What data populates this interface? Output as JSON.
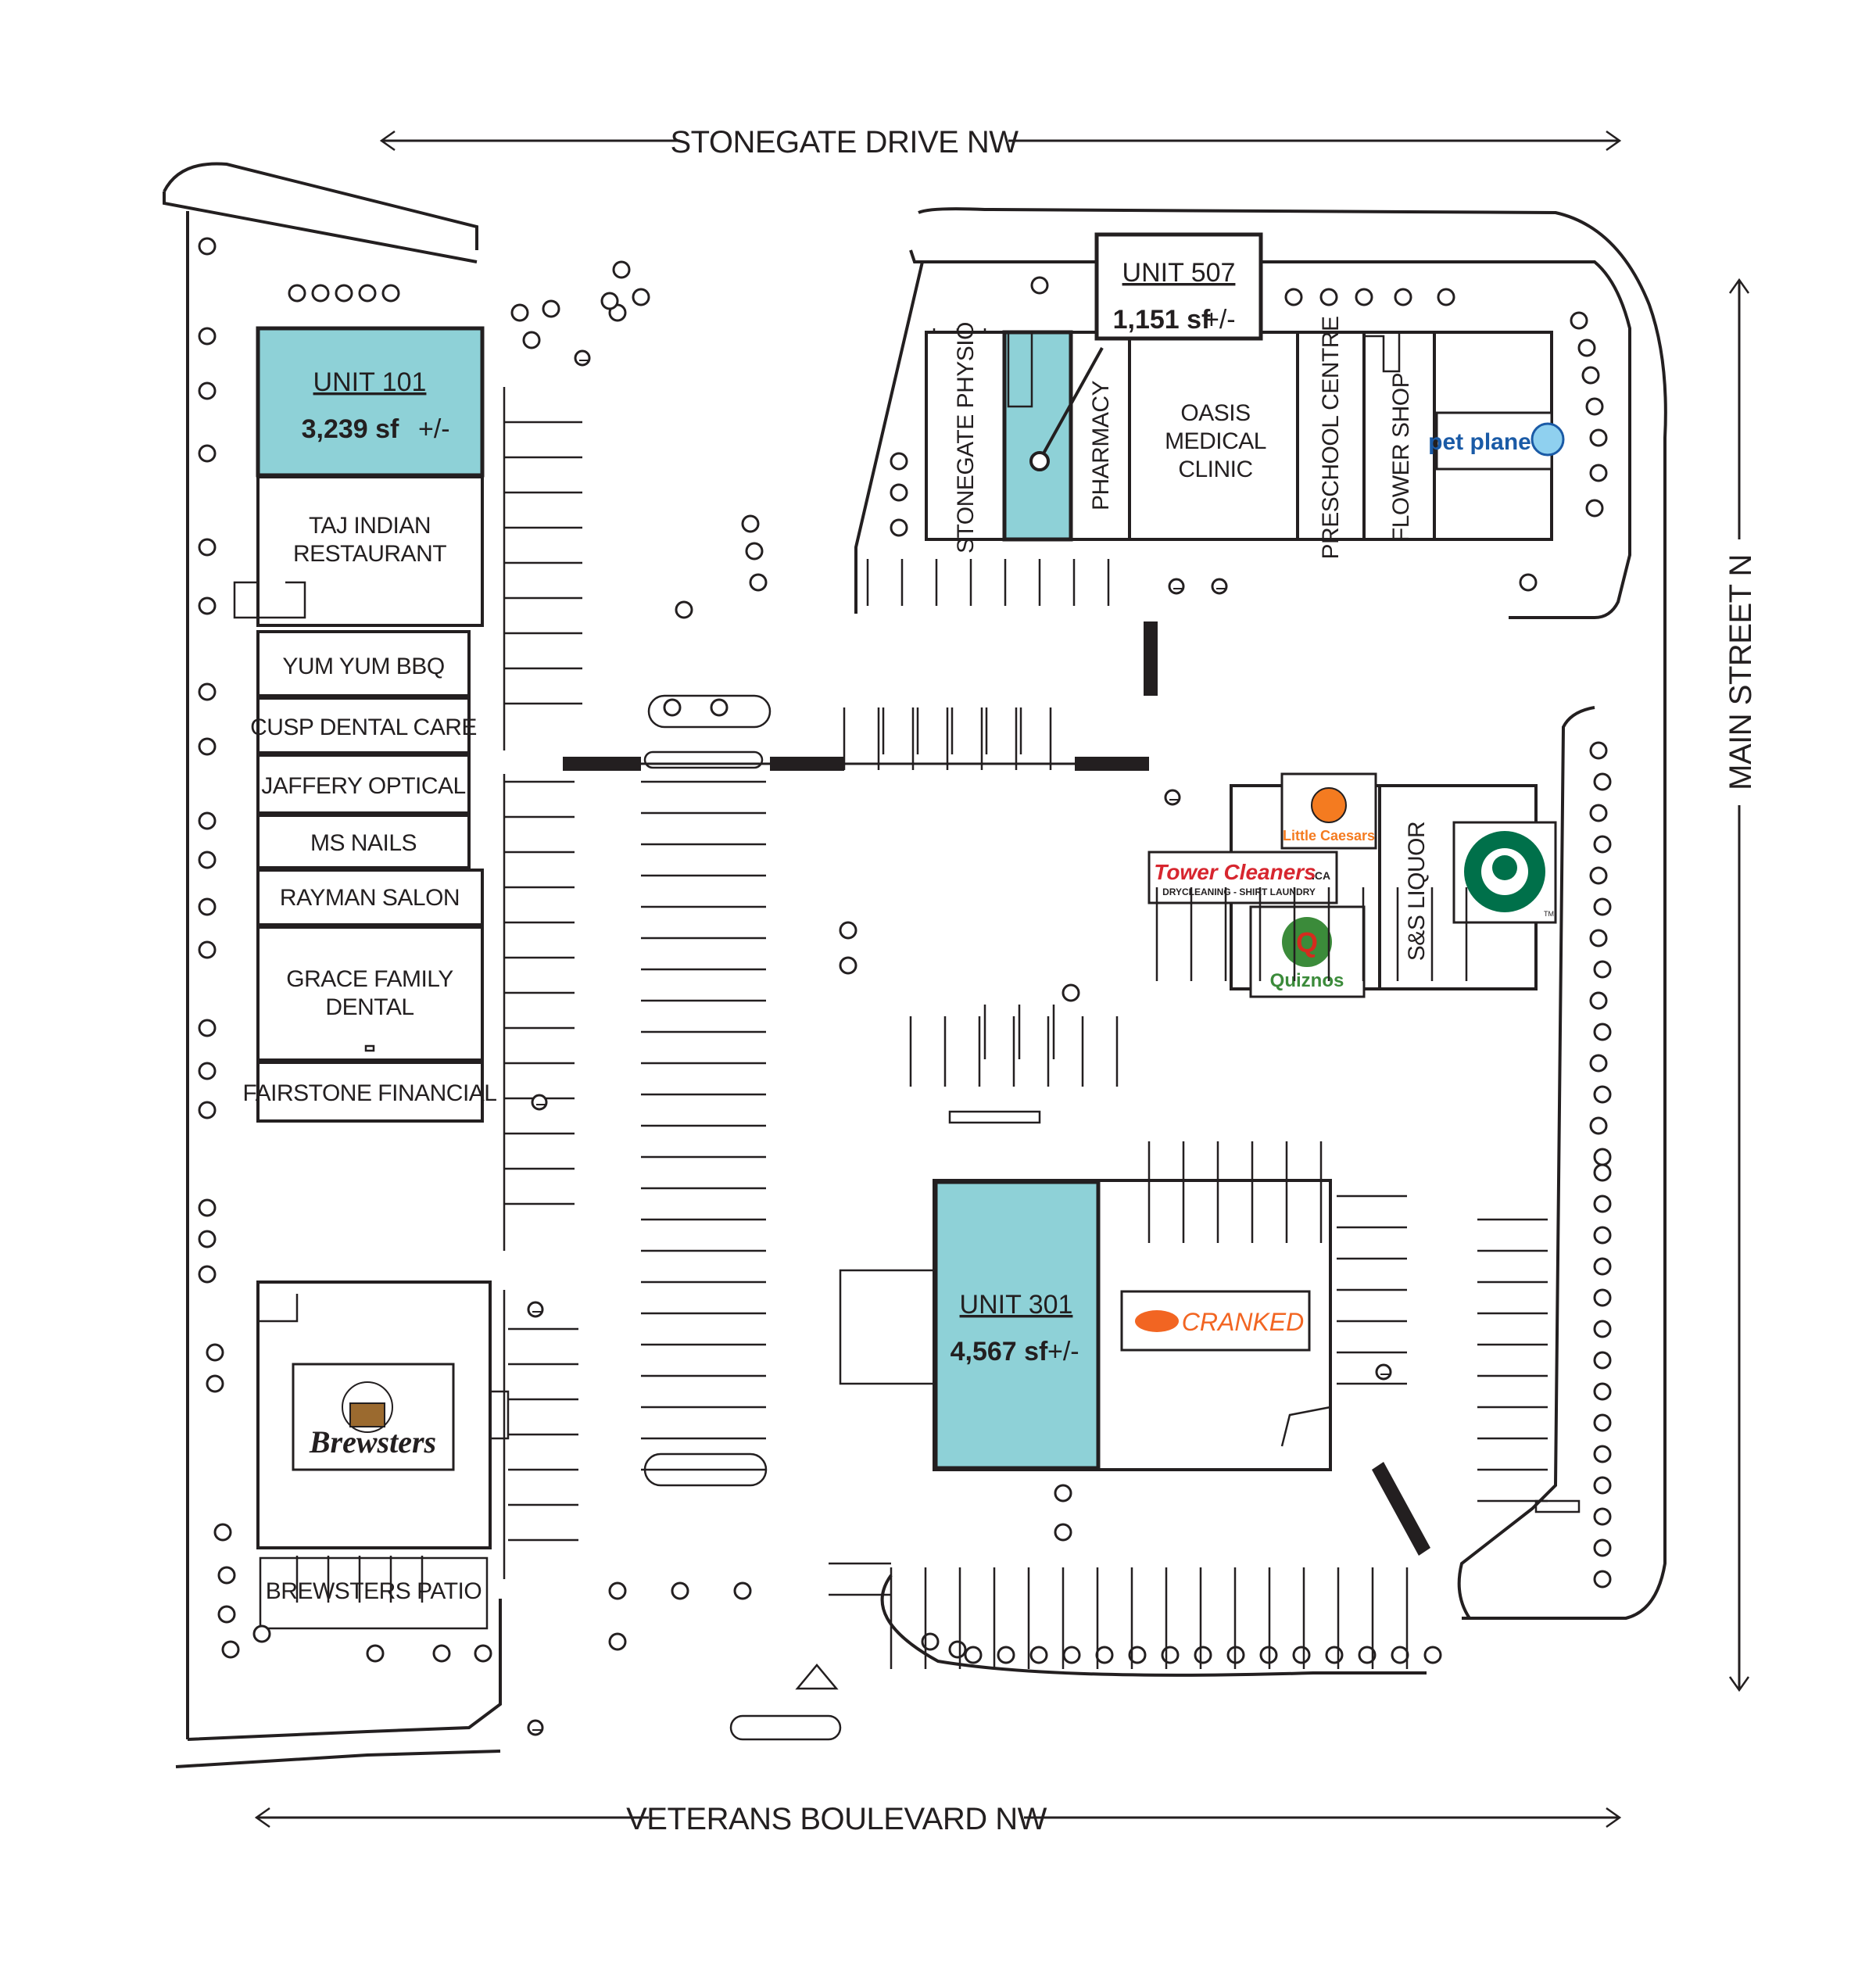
{
  "roads": {
    "north": "STONEGATE DRIVE NW",
    "south": "VETERANS BOULEVARD NW",
    "east": "MAIN STREET N"
  },
  "units": {
    "u101": {
      "title": "UNIT 101",
      "size": "3,239 sf",
      "suffix": "+/-"
    },
    "u507": {
      "title": "UNIT 507",
      "size": "1,151 sf",
      "suffix": "+/-"
    },
    "u301": {
      "title": "UNIT 301",
      "size": "4,567 sf",
      "suffix": "+/-"
    }
  },
  "west_tenants": {
    "taj_1": "TAJ INDIAN",
    "taj_2": "RESTAURANT",
    "yum": "YUM YUM BBQ",
    "cusp": "CUSP DENTAL CARE",
    "jaffery": "JAFFERY OPTICAL",
    "ms": "MS NAILS",
    "rayman": "RAYMAN SALON",
    "grace_1": "GRACE FAMILY",
    "grace_2": "DENTAL",
    "fairstone": "FAIRSTONE FINANCIAL",
    "patio": "BREWSTERS PATIO"
  },
  "north_tenants": {
    "physio": "STONEGATE PHYSIO",
    "pharmacy": "PHARMACY",
    "oasis_1": "OASIS",
    "oasis_2": "MEDICAL",
    "oasis_3": "CLINIC",
    "preschool": "PRESCHOOL CENTRE",
    "flower": "FLOWER SHOP"
  },
  "center_tenants": {
    "liquor": "S&S LIQUOR"
  },
  "logos": {
    "pet_planet": "pet planet",
    "little_caesars": "Little Caesars",
    "tower_cleaners": "Tower Cleaners",
    "tower_ca": ".CA",
    "tower_sub": "DRYCLEANING - SHIRT LAUNDRY",
    "quiznos": "Quiznos",
    "brewsters": "Brewsters",
    "cranked": "CRANKED",
    "tm": "TM"
  },
  "colors": {
    "highlight": "#8ed1d7",
    "line": "#231f20",
    "tower_red": "#d7262f",
    "quiznos_green": "#3b8b3a",
    "quiznos_red": "#d52b1e",
    "starbucks_green": "#00704a",
    "pet_blue": "#1a5aa6",
    "cranked_orange": "#f26522",
    "caesars_orange": "#f47b20"
  },
  "icons": [
    "accessible-parking-icon",
    "tree-icon",
    "crosswalk-icon",
    "starbucks-logo",
    "brewsters-logo"
  ]
}
